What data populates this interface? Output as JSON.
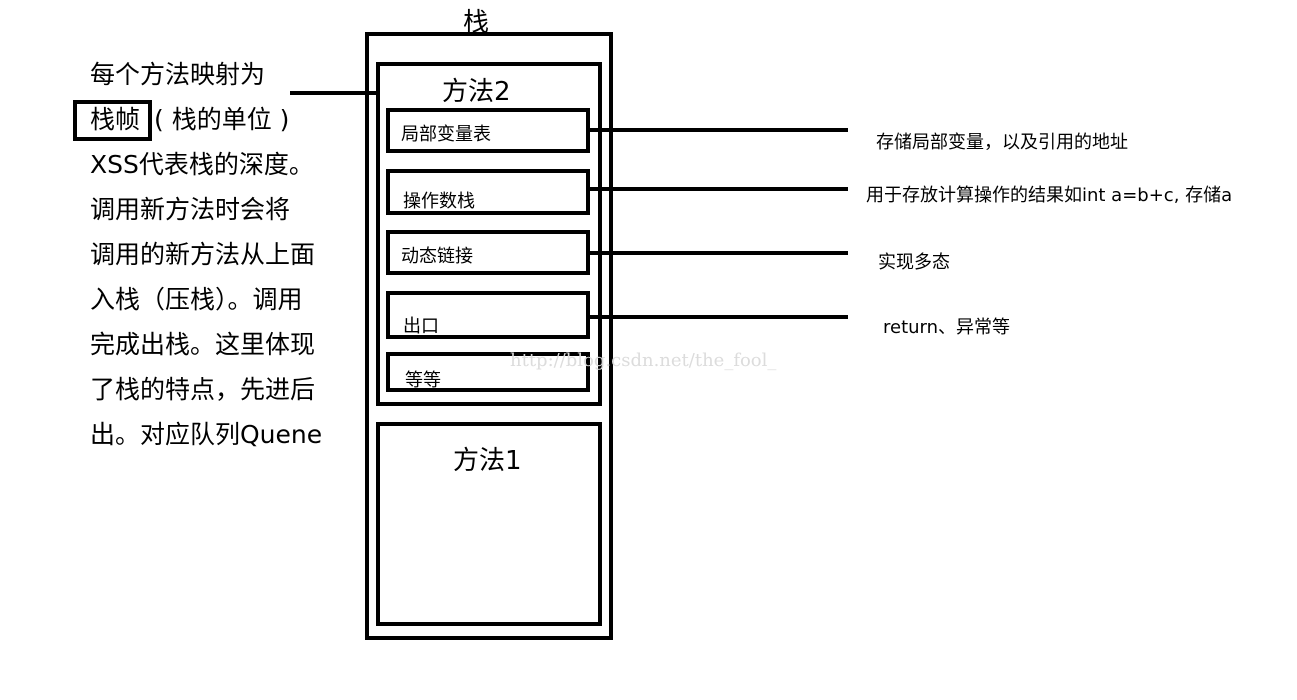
{
  "stack_title": "栈",
  "left_text": {
    "line1": "每个方法映射为",
    "frame_word": "栈帧",
    "line2_rest": "( 栈的单位 )",
    "lines": [
      "XSS代表栈的深度。",
      "调用新方法时会将",
      "调用的新方法从上面",
      "入栈（压栈）。调用",
      "完成出栈。这里体现",
      "了栈的特点，先进后",
      "出。对应队列Quene"
    ]
  },
  "method2": {
    "title": "方法2",
    "slots": [
      {
        "label": "局部变量表",
        "desc": "存储局部变量，以及引用的地址"
      },
      {
        "label": "操作数栈",
        "desc": "用于存放计算操作的结果如int a=b+c, 存储a"
      },
      {
        "label": "动态链接",
        "desc": "实现多态"
      },
      {
        "label": "出口",
        "desc": "return、异常等"
      },
      {
        "label": "等等"
      }
    ]
  },
  "method1": {
    "title": "方法1"
  },
  "watermark": "http://blog.csdn.net/the_fool_"
}
